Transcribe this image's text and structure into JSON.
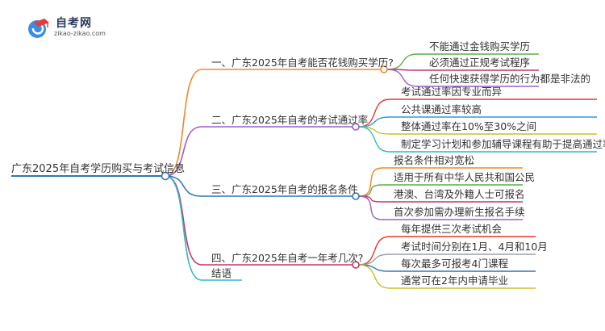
{
  "logo": {
    "title": "自考网",
    "url": "zikao-zikao.com"
  },
  "root": {
    "label": "广东2025年自考学历购买与考试信息"
  },
  "branches": [
    {
      "label": "一、广东2025年自考能否花钱购买学历?",
      "color": "#f0892b",
      "children": [
        {
          "label": "不能通过金钱购买学历",
          "color": "#5aae45"
        },
        {
          "label": "必须通过正规考试程序",
          "color": "#c8336a"
        },
        {
          "label": "任何快速获得学历的行为都是非法的",
          "color": "#9b5fcf"
        }
      ]
    },
    {
      "label": "二、广东2025年自考的考试通过率",
      "color": "#9b5fcf",
      "children": [
        {
          "label": "考试通过率因专业而异",
          "color": "#e6392b"
        },
        {
          "label": "公共课通过率较高",
          "color": "#2f9cd8"
        },
        {
          "label": "整体通过率在10%至30%之间",
          "color": "#c6c12c"
        },
        {
          "label": "制定学习计划和参加辅导课程有助于提高通过率",
          "color": "#2fb9c6"
        }
      ]
    },
    {
      "label": "三、广东2025年自考的报名条件",
      "color": "#2f77b4",
      "children": [
        {
          "label": "报名条件相对宽松",
          "color": "#f0892b"
        },
        {
          "label": "适用于所有中华人民共和国公民",
          "color": "#5aae45"
        },
        {
          "label": "港澳、台湾及外籍人士可报名",
          "color": "#c8336a"
        },
        {
          "label": "首次参加需办理新生报名手续",
          "color": "#9b5fcf"
        }
      ]
    },
    {
      "label": "四、广东2025年自考一年考几次?",
      "color": "#c8336a",
      "children": [
        {
          "label": "每年提供三次考试机会",
          "color": "#e6392b"
        },
        {
          "label": "考试时间分别在1月、4月和10月",
          "color": "#9aa0a6"
        },
        {
          "label": "每次最多可报考4门课程",
          "color": "#2f77b4"
        },
        {
          "label": "通常可在2年内申请毕业",
          "color": "#c6c12c"
        }
      ]
    },
    {
      "label": "结语",
      "color": "#2fb9c6",
      "children": []
    }
  ]
}
